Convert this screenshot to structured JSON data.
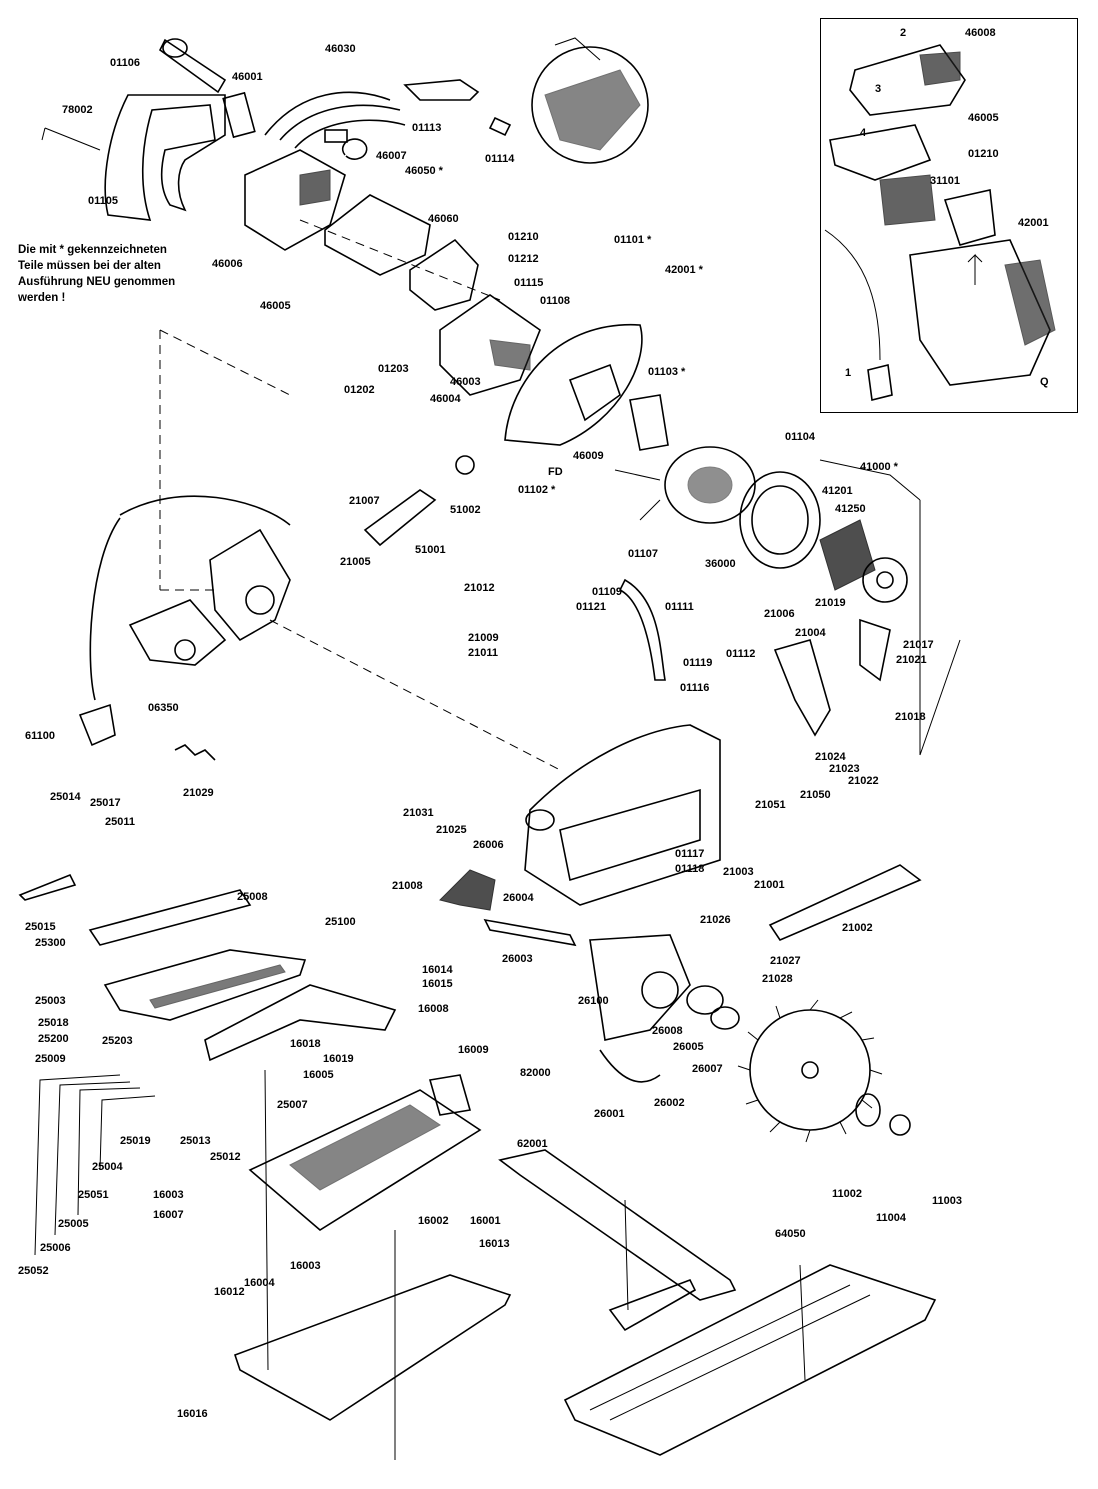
{
  "note": {
    "line1": "Die mit * gekennzeichneten",
    "line2": "Teile müssen bei der alten",
    "line3": "Ausführung NEU genommen",
    "line4": "werden !"
  },
  "labels": {
    "p01106": "01106",
    "p78002": "78002",
    "p01105": "01105",
    "p46001": "46001",
    "p46030": "46030",
    "p01113": "01113",
    "p01114": "01114",
    "p46007": "46007",
    "p46050": "46050 *",
    "p46006": "46006",
    "p46005": "46005",
    "p46060": "46060",
    "p01210": "01210",
    "p01212": "01212",
    "p01115": "01115",
    "p01108": "01108",
    "p01101": "01101 *",
    "p42001": "42001 *",
    "p01203": "01203",
    "p01202": "01202",
    "p46003": "46003",
    "p46004": "46004",
    "pFD": "FD",
    "p01102": "01102 *",
    "p46009": "46009",
    "p01103": "01103 *",
    "p01104": "01104",
    "p41000": "41000 *",
    "p41201": "41201",
    "p41250": "41250",
    "p36000": "36000",
    "p21007": "21007",
    "p21005": "21005",
    "p51002": "51002",
    "p51001": "51001",
    "p21012": "21012",
    "p21009": "21009",
    "p21011": "21011",
    "p01107": "01107",
    "p01109": "01109",
    "p01121": "01121",
    "p01111": "01111",
    "p01119": "01119",
    "p01112": "01112",
    "p01116": "01116",
    "p21006": "21006",
    "p21019": "21019",
    "p21004": "21004",
    "p21017": "21017",
    "p21021": "21021",
    "p21018": "21018",
    "p21024": "21024",
    "p21023": "21023",
    "p21022": "21022",
    "p06350": "06350",
    "p61100": "61100",
    "p21029": "21029",
    "p21031": "21031",
    "p21025": "21025",
    "p26006": "26006",
    "p21051": "21051",
    "p21050": "21050",
    "p21003": "21003",
    "p21001": "21001",
    "p01117": "01117",
    "p01118": "01118",
    "p21008": "21008",
    "p26004": "26004",
    "p21002": "21002",
    "p21026": "21026",
    "p26003": "26003",
    "p21027": "21027",
    "p21028": "21028",
    "p25014": "25014",
    "p25017": "25017",
    "p25011": "25011",
    "p25015": "25015",
    "p25008": "25008",
    "p25300": "25300",
    "p25100": "25100",
    "p16014": "16014",
    "p16015": "16015",
    "p16008": "16008",
    "p25003": "25003",
    "p25018a": "25018",
    "p25200": "25200",
    "p25203": "25203",
    "p25009": "25009",
    "p16018": "16018",
    "p16019": "16019",
    "p16009": "16009",
    "p16005": "16005",
    "p25007": "25007",
    "p82000": "82000",
    "p26100": "26100",
    "p26008": "26008",
    "p26005": "26005",
    "p26007": "26007",
    "p26001": "26001",
    "p26002": "26002",
    "p25019": "25019",
    "p25013": "25013",
    "p25012": "25012",
    "p25004": "25004",
    "p25051": "25051",
    "p25005": "25005",
    "p25006": "25006",
    "p25052": "25052",
    "p62001": "62001",
    "p16003a": "16003",
    "p16007": "16007",
    "p16002": "16002",
    "p16001": "16001",
    "p16012": "16012",
    "p16004": "16004",
    "p16003b": "16003",
    "p16013": "16013",
    "p11002": "11002",
    "p11004": "11004",
    "p11003": "11003",
    "p64050": "64050",
    "p16016": "16016",
    "i46008": "46008",
    "i2": "2",
    "i3": "3",
    "i46005": "46005",
    "i4": "4",
    "i01210": "01210",
    "i31101": "31101",
    "i42001": "42001",
    "i1": "1",
    "iQ": "Q"
  }
}
